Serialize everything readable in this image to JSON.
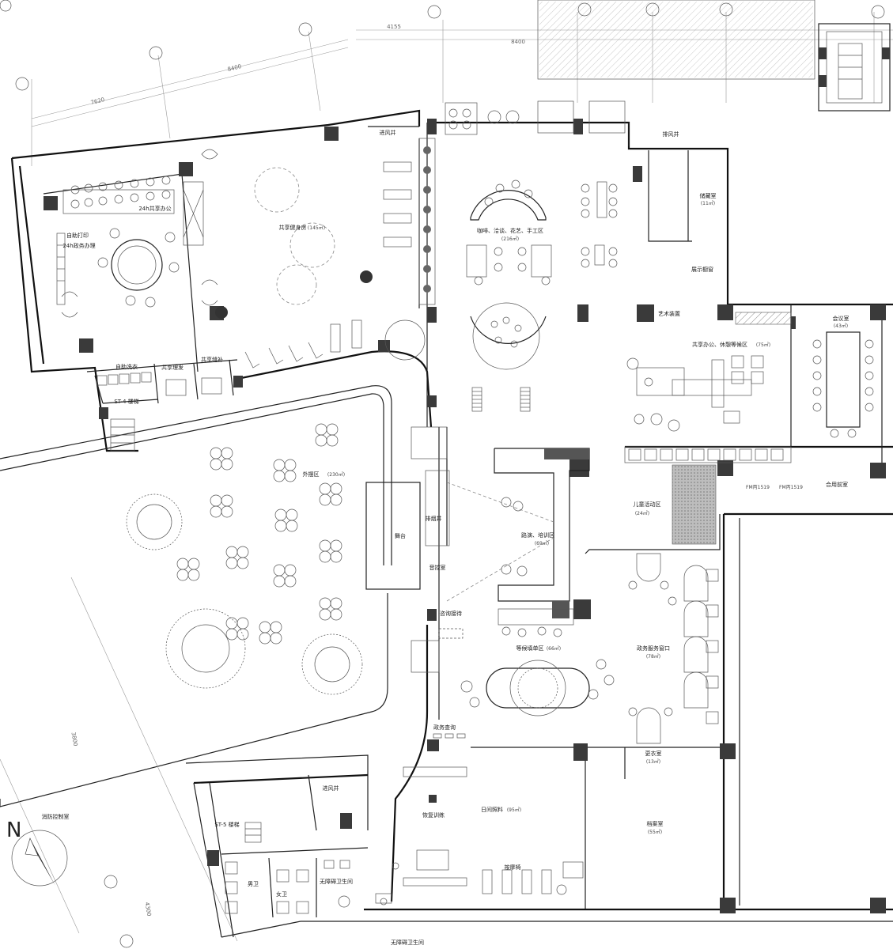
{
  "plan": {
    "north_letter": "N",
    "dimensions": [
      "4155",
      "8400",
      "8400",
      "7620",
      "3800",
      "4300"
    ],
    "rooms": [
      {
        "key": "fengjing_top",
        "name": "进风井",
        "area": ""
      },
      {
        "key": "paifengjing",
        "name": "排风井",
        "area": ""
      },
      {
        "key": "office24h",
        "name": "24h共享办公",
        "area": ""
      },
      {
        "key": "print",
        "name": "自助打印",
        "area": ""
      },
      {
        "key": "gov24h",
        "name": "24h政务办理",
        "area": ""
      },
      {
        "key": "gym",
        "name": "共享健身房",
        "area": "(145㎡)"
      },
      {
        "key": "cafe",
        "name": "咖啡、洽谈、花艺、手工区",
        "area": "(216㎡)"
      },
      {
        "key": "storage",
        "name": "储藏室",
        "area": "(11㎡)"
      },
      {
        "key": "showcase",
        "name": "展示橱窗",
        "area": ""
      },
      {
        "key": "art",
        "name": "艺术装置",
        "area": ""
      },
      {
        "key": "meeting",
        "name": "会议室",
        "area": "(43㎡)"
      },
      {
        "key": "shared_office",
        "name": "共享办公、休憩等候区",
        "area": "(75㎡)"
      },
      {
        "key": "laundry",
        "name": "自助洗衣",
        "area": ""
      },
      {
        "key": "haircut",
        "name": "共享理发",
        "area": ""
      },
      {
        "key": "sewing",
        "name": "共享缝补",
        "area": ""
      },
      {
        "key": "stair4",
        "name": "ST-4 楼梯",
        "area": ""
      },
      {
        "key": "outdoor",
        "name": "外摆区",
        "area": "(230㎡)"
      },
      {
        "key": "stage",
        "name": "舞台",
        "area": ""
      },
      {
        "key": "smoke",
        "name": "排烟井",
        "area": ""
      },
      {
        "key": "sound",
        "name": "音控室",
        "area": ""
      },
      {
        "key": "performance",
        "name": "路演、培训区",
        "area": "(69㎡)"
      },
      {
        "key": "kids",
        "name": "儿童活动区",
        "area": "(24㎡)"
      },
      {
        "key": "front",
        "name": "合用前室",
        "area": ""
      },
      {
        "key": "consult",
        "name": "咨询接待",
        "area": ""
      },
      {
        "key": "waiting",
        "name": "等候填单区",
        "area": "(66㎡)"
      },
      {
        "key": "service",
        "name": "政务服务窗口",
        "area": "(78㎡)"
      },
      {
        "key": "query",
        "name": "政务查询",
        "area": ""
      },
      {
        "key": "changing",
        "name": "更衣室",
        "area": "(13㎡)"
      },
      {
        "key": "daycare",
        "name": "日间照料",
        "area": "(95㎡)"
      },
      {
        "key": "rehab",
        "name": "恢复训练",
        "area": ""
      },
      {
        "key": "massage",
        "name": "按摩椅",
        "area": ""
      },
      {
        "key": "archive",
        "name": "档案室",
        "area": "(55㎡)"
      },
      {
        "key": "fire",
        "name": "消防控制室",
        "area": ""
      },
      {
        "key": "stair5",
        "name": "ST-5 楼梯",
        "area": ""
      },
      {
        "key": "fengjing_low",
        "name": "进风井",
        "area": ""
      },
      {
        "key": "male",
        "name": "男卫",
        "area": ""
      },
      {
        "key": "female",
        "name": "女卫",
        "area": ""
      },
      {
        "key": "accessible",
        "name": "无障碍卫生间",
        "area": ""
      },
      {
        "key": "accessible_bottom",
        "name": "无障碍卫生间",
        "area": ""
      }
    ],
    "door_tags": [
      "FM丙1519",
      "FM丙1519"
    ]
  }
}
